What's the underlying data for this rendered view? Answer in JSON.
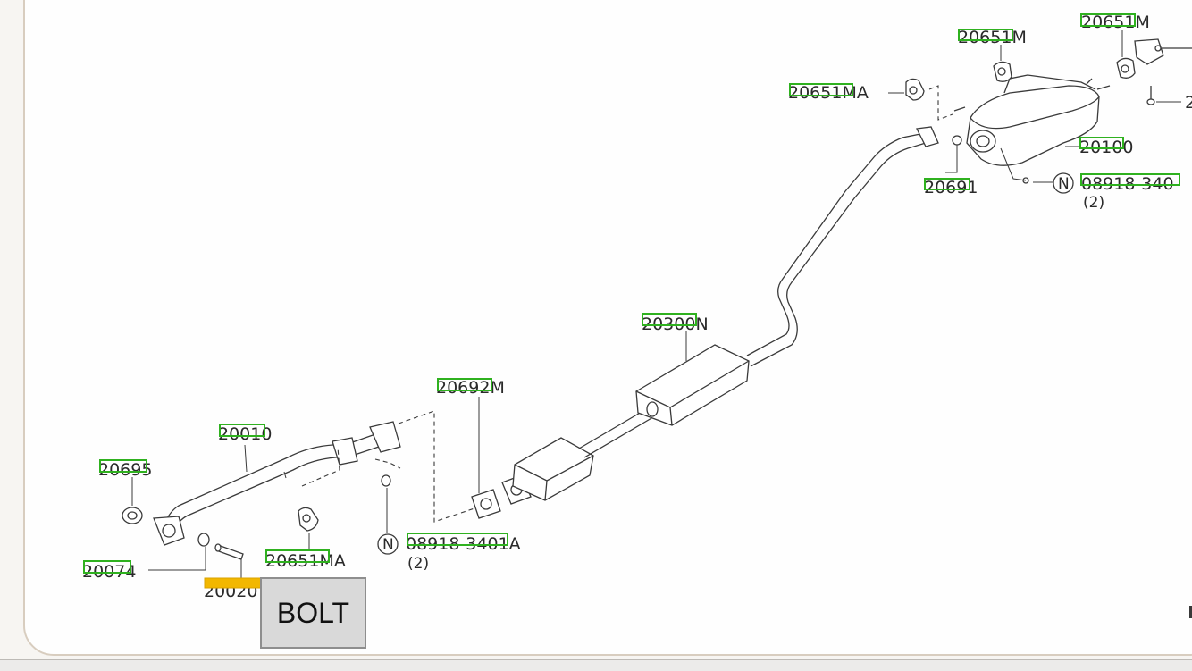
{
  "labels": {
    "l20695": "20695",
    "l20010": "20010",
    "l20074": "20074",
    "l20020": "20020",
    "l20651ma_low": "20651MA",
    "l08918_low": "08918-3401A",
    "l08918_low_qty": "(2)",
    "l20692m": "20692M",
    "l20300n": "20300N",
    "l20651ma_top": "20651MA",
    "l20651m_a": "20651M",
    "l20651m_b": "20651M",
    "l20691": "20691",
    "l20100": "20100",
    "l08918_top": "08918-340",
    "l08918_top_qty": "(2)",
    "l2_partial": "2",
    "n_symbol": "N"
  },
  "tooltip": {
    "text": "BOLT"
  },
  "colors": {
    "highlight": "#2fb11f",
    "selection": "#f2b700",
    "tooltip_bg": "#d9d9d9"
  }
}
